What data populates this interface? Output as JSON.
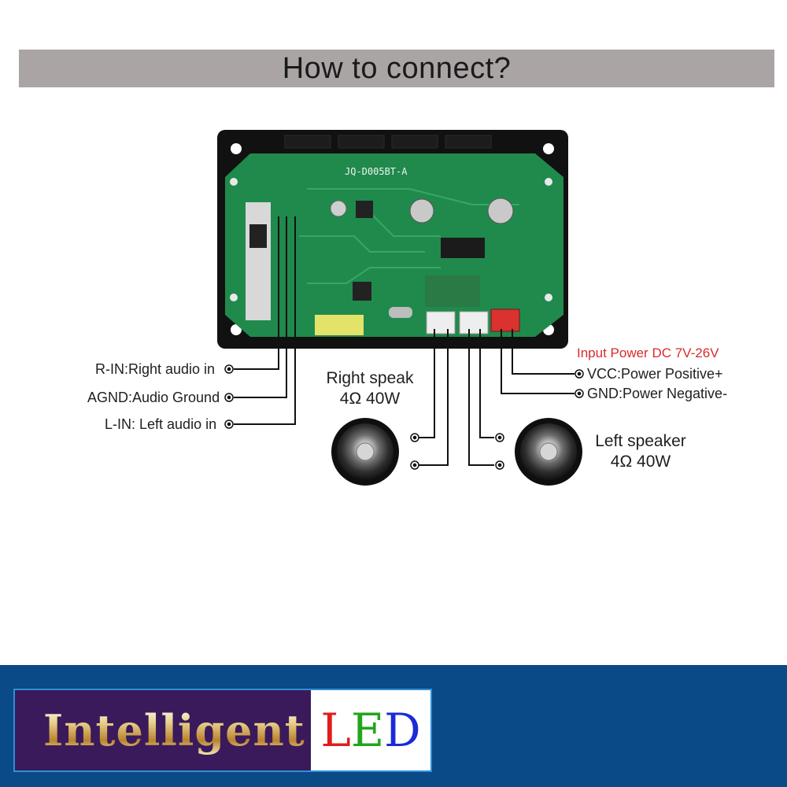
{
  "header": {
    "title": "How to connect?"
  },
  "board": {
    "silkscreen": "JQ-D005BT-A"
  },
  "labels": {
    "r_in": "R-IN:Right audio in",
    "agnd": "AGND:Audio Ground",
    "l_in": "L-IN: Left audio in",
    "input_power": "Input Power DC 7V-26V",
    "vcc": "VCC:Power Positive+",
    "gnd": "GND:Power Negative-",
    "right_speaker_title": "Right speak",
    "right_speaker_spec": "4Ω 40W",
    "left_speaker_title": "Left speaker",
    "left_speaker_spec": "4Ω 40W"
  },
  "brand": {
    "word": "Intelligent",
    "led_l": "L",
    "led_e": "E",
    "led_d": "D"
  },
  "colors": {
    "header_bg": "#aaa4a5",
    "pcb_green": "#1f8a4c",
    "frame_black": "#111111",
    "connector_red": "#d9322f",
    "footer_blue": "#0a4a86",
    "power_label_red": "#d92b2b"
  }
}
